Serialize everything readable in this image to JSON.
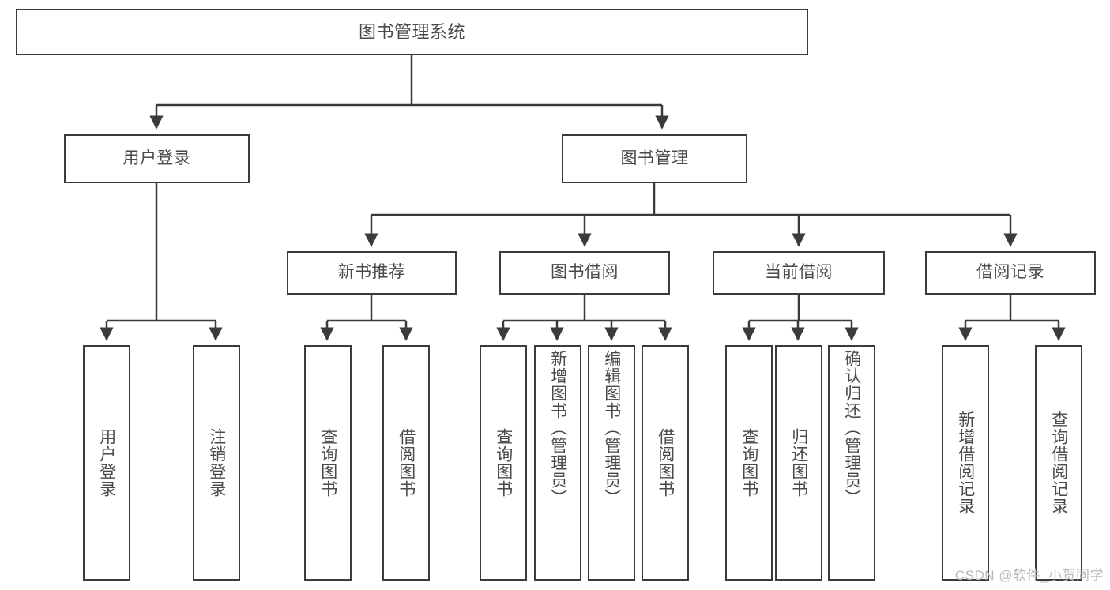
{
  "diagram": {
    "type": "tree-hierarchy-chart",
    "title": "图书管理系统",
    "watermark": "CSDN @软件_小贺同学",
    "colors": {
      "stroke": "#3b3b3b",
      "text": "#4a4a4a",
      "background": "#ffffff",
      "watermark": "#b9b9b9"
    },
    "root": {
      "label": "图书管理系统"
    },
    "level2": [
      {
        "id": "user-login",
        "label": "用户登录"
      },
      {
        "id": "book-manage",
        "label": "图书管理"
      }
    ],
    "level3": [
      {
        "id": "new-book-rec",
        "label": "新书推荐"
      },
      {
        "id": "book-borrow",
        "label": "图书借阅"
      },
      {
        "id": "current-borrow",
        "label": "当前借阅"
      },
      {
        "id": "borrow-record",
        "label": "借阅记录"
      }
    ],
    "leaves": {
      "user_login": [
        {
          "id": "leaf-user-login",
          "label": "用户登录"
        },
        {
          "id": "leaf-logout-login",
          "label": "注销登录"
        }
      ],
      "new_book_rec": [
        {
          "id": "leaf-query-book-1",
          "label": "查询图书"
        },
        {
          "id": "leaf-borrow-book-1",
          "label": "借阅图书"
        }
      ],
      "book_borrow": [
        {
          "id": "leaf-query-book-2",
          "label": "查询图书"
        },
        {
          "id": "leaf-add-book",
          "label": "新增图书（管理员）"
        },
        {
          "id": "leaf-edit-book",
          "label": "编辑图书（管理员）"
        },
        {
          "id": "leaf-borrow-book-2",
          "label": "借阅图书"
        }
      ],
      "current_borrow": [
        {
          "id": "leaf-query-book-3",
          "label": "查询图书"
        },
        {
          "id": "leaf-return-book",
          "label": "归还图书"
        },
        {
          "id": "leaf-confirm-return",
          "label": "确认归还（管理员）"
        }
      ],
      "borrow_record": [
        {
          "id": "leaf-add-record",
          "label": "新增借阅记录"
        },
        {
          "id": "leaf-query-record",
          "label": "查询借阅记录"
        }
      ]
    }
  }
}
